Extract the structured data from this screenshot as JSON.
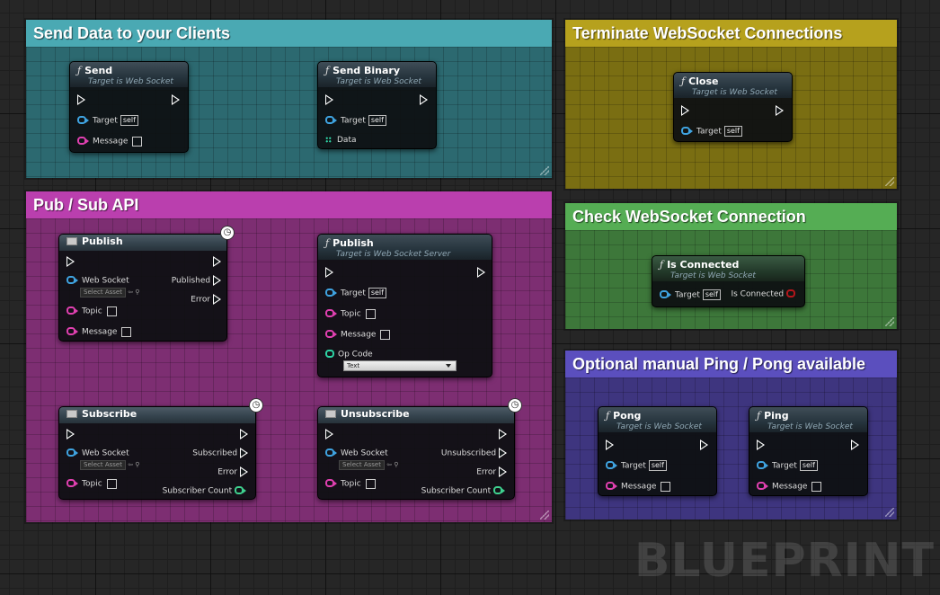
{
  "comments": {
    "send": "Send Data to your Clients",
    "terminate": "Terminate WebSocket Connections",
    "check": "Check WebSocket Connection",
    "ping": "Optional manual Ping / Pong available",
    "pubsub": "Pub / Sub API"
  },
  "colors": {
    "send": "#4aa9b3",
    "terminate": "#b6a11d",
    "check": "#55ad54",
    "ping": "#5b4fbe",
    "pubsub": "#ba3fae"
  },
  "icons": {
    "function": "ƒ",
    "latent": "◷"
  },
  "labels": {
    "target": "Target",
    "self": "self",
    "message": "Message",
    "data": "Data",
    "topic": "Topic",
    "websocket": "Web Socket",
    "select_asset": "Select Asset",
    "error": "Error",
    "published": "Published",
    "subscribed": "Subscribed",
    "unsubscribed": "Unsubscribed",
    "subscriber_count": "Subscriber Count",
    "op_code": "Op Code",
    "is_connected": "Is Connected"
  },
  "nodes": {
    "send": {
      "title": "Send",
      "subtitle": "Target is Web Socket"
    },
    "send_binary": {
      "title": "Send Binary",
      "subtitle": "Target is Web Socket"
    },
    "close": {
      "title": "Close",
      "subtitle": "Target is Web Socket"
    },
    "is_connected": {
      "title": "Is Connected",
      "subtitle": "Target is Web Socket"
    },
    "pong": {
      "title": "Pong",
      "subtitle": "Target is Web Socket"
    },
    "ping": {
      "title": "Ping",
      "subtitle": "Target is Web Socket"
    },
    "publish_macro": {
      "title": "Publish"
    },
    "publish_fn": {
      "title": "Publish",
      "subtitle": "Target is Web Socket Server",
      "op_code_value": "Text"
    },
    "subscribe": {
      "title": "Subscribe"
    },
    "unsubscribe": {
      "title": "Unsubscribe"
    }
  },
  "watermark": "BLUEPRINT"
}
